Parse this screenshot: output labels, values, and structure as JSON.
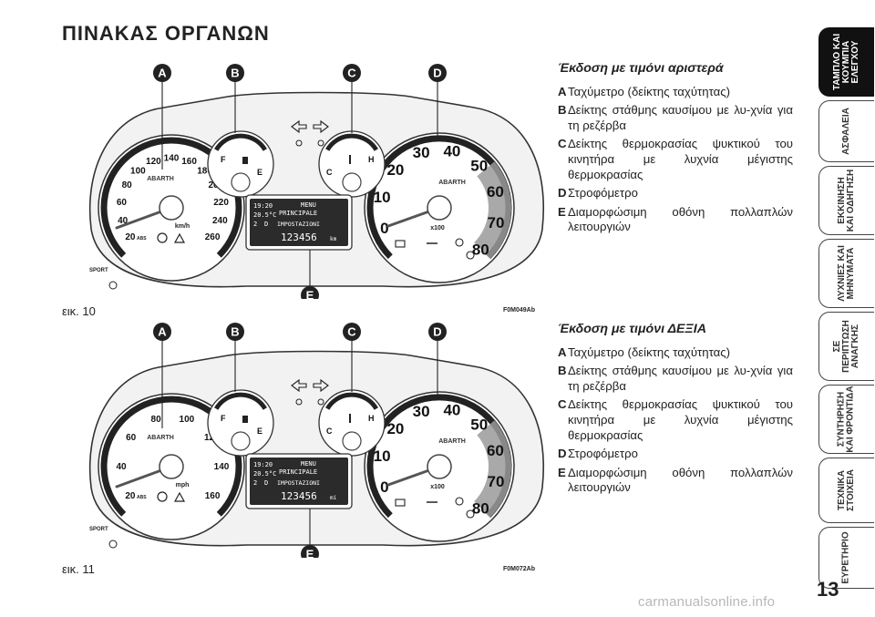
{
  "page_title": "ΠΙΝΑΚΑΣ ΟΡΓΑΝΩΝ",
  "figures": [
    {
      "caption": "εικ. 10",
      "code": "F0M049Ab",
      "speed_labels": [
        "20",
        "40",
        "60",
        "80",
        "100",
        "120",
        "140",
        "160",
        "180",
        "200",
        "220",
        "240",
        "260"
      ],
      "speed_unit": "km/h",
      "odometer": "123456",
      "odo_unit": "km"
    },
    {
      "caption": "εικ. 11",
      "code": "F0M072Ab",
      "speed_labels": [
        "20",
        "40",
        "60",
        "80",
        "100",
        "120",
        "140",
        "160"
      ],
      "speed_unit": "mph",
      "odometer": "123456",
      "odo_unit": "mi"
    }
  ],
  "cluster": {
    "callouts": [
      "A",
      "B",
      "C",
      "D",
      "E"
    ],
    "rpm_labels": [
      "0",
      "10",
      "20",
      "30",
      "40",
      "50",
      "60",
      "70",
      "80"
    ],
    "rpm_unit": "x100",
    "brand": "ABARTH",
    "fuel_f": "F",
    "fuel_e": "E",
    "temp_h": "H",
    "temp_c": "C",
    "sport": "SPORT",
    "abs": "ABS",
    "display_time": "19:20",
    "display_temp": "20.5°C",
    "display_gear": "2",
    "display_mode": "D",
    "menu_line1": "MENU",
    "menu_line2": "PRINCIPALE",
    "menu_line3": "IMPOSTAZIONI"
  },
  "legends": [
    {
      "heading": "Έκδοση με τιμόνι αριστερά",
      "items": [
        {
          "key": "A",
          "text": "Ταχύμετρο (δείκτης ταχύτητας)"
        },
        {
          "key": "B",
          "text": "Δείκτης στάθμης καυσίμου με λυ-χνία για τη ρεζέρβα"
        },
        {
          "key": "C",
          "text": "Δείκτης θερμοκρασίας ψυκτικού του κινητήρα με λυχνία μέγιστης θερμοκρασίας"
        },
        {
          "key": "D",
          "text": "Στροφόμετρο"
        },
        {
          "key": "E",
          "text": "Διαμορφώσιμη οθόνη πολλαπλών λειτουργιών"
        }
      ]
    },
    {
      "heading": "Έκδοση με τιμόνι ΔΕΞΙΑ",
      "items": [
        {
          "key": "A",
          "text": "Ταχύμετρο (δείκτης ταχύτητας)"
        },
        {
          "key": "B",
          "text": "Δείκτης στάθμης καυσίμου με λυ-χνία για τη ρεζέρβα"
        },
        {
          "key": "C",
          "text": "Δείκτης θερμοκρασίας ψυκτικού του κινητήρα με λυχνία μέγιστης θερμοκρασίας"
        },
        {
          "key": "D",
          "text": "Στροφόμετρο"
        },
        {
          "key": "E",
          "text": "Διαμορφώσιμη οθόνη πολλαπλών λειτουργιών"
        }
      ]
    }
  ],
  "side_tabs": [
    {
      "label": "ΤΑΜΠΛΟ ΚΑΙ\nΚΟΥΜΠΙΑ\nΕΛΕΓΧΟΥ",
      "active": true
    },
    {
      "label": "ΑΣΦΑΛΕΙΑ",
      "active": false
    },
    {
      "label": "ΕΚΚΙΝΗΣΗ\nΚΑΙ ΟΔΗΓΗΣΗ",
      "active": false
    },
    {
      "label": "ΛΥΧΝΙΕΣ ΚΑΙ\nΜΗΝΥΜΑΤΑ",
      "active": false
    },
    {
      "label": "ΣΕ\nΠΕΡΙΠΤΩΣΗ\nΑΝΑΓΚΗΣ",
      "active": false
    },
    {
      "label": "ΣΥΝΤΗΡΗΣΗ\nΚΑΙ ΦΡΟΝΤΙΔΑ",
      "active": false
    },
    {
      "label": "ΤΕΧΝΙΚΑ\nΣΤΟΙΧΕΙΑ",
      "active": false
    },
    {
      "label": "ΕΥΡΕΤΗΡΙΟ",
      "active": false
    }
  ],
  "page_number": "13",
  "watermark": "carmanualsonline.info"
}
